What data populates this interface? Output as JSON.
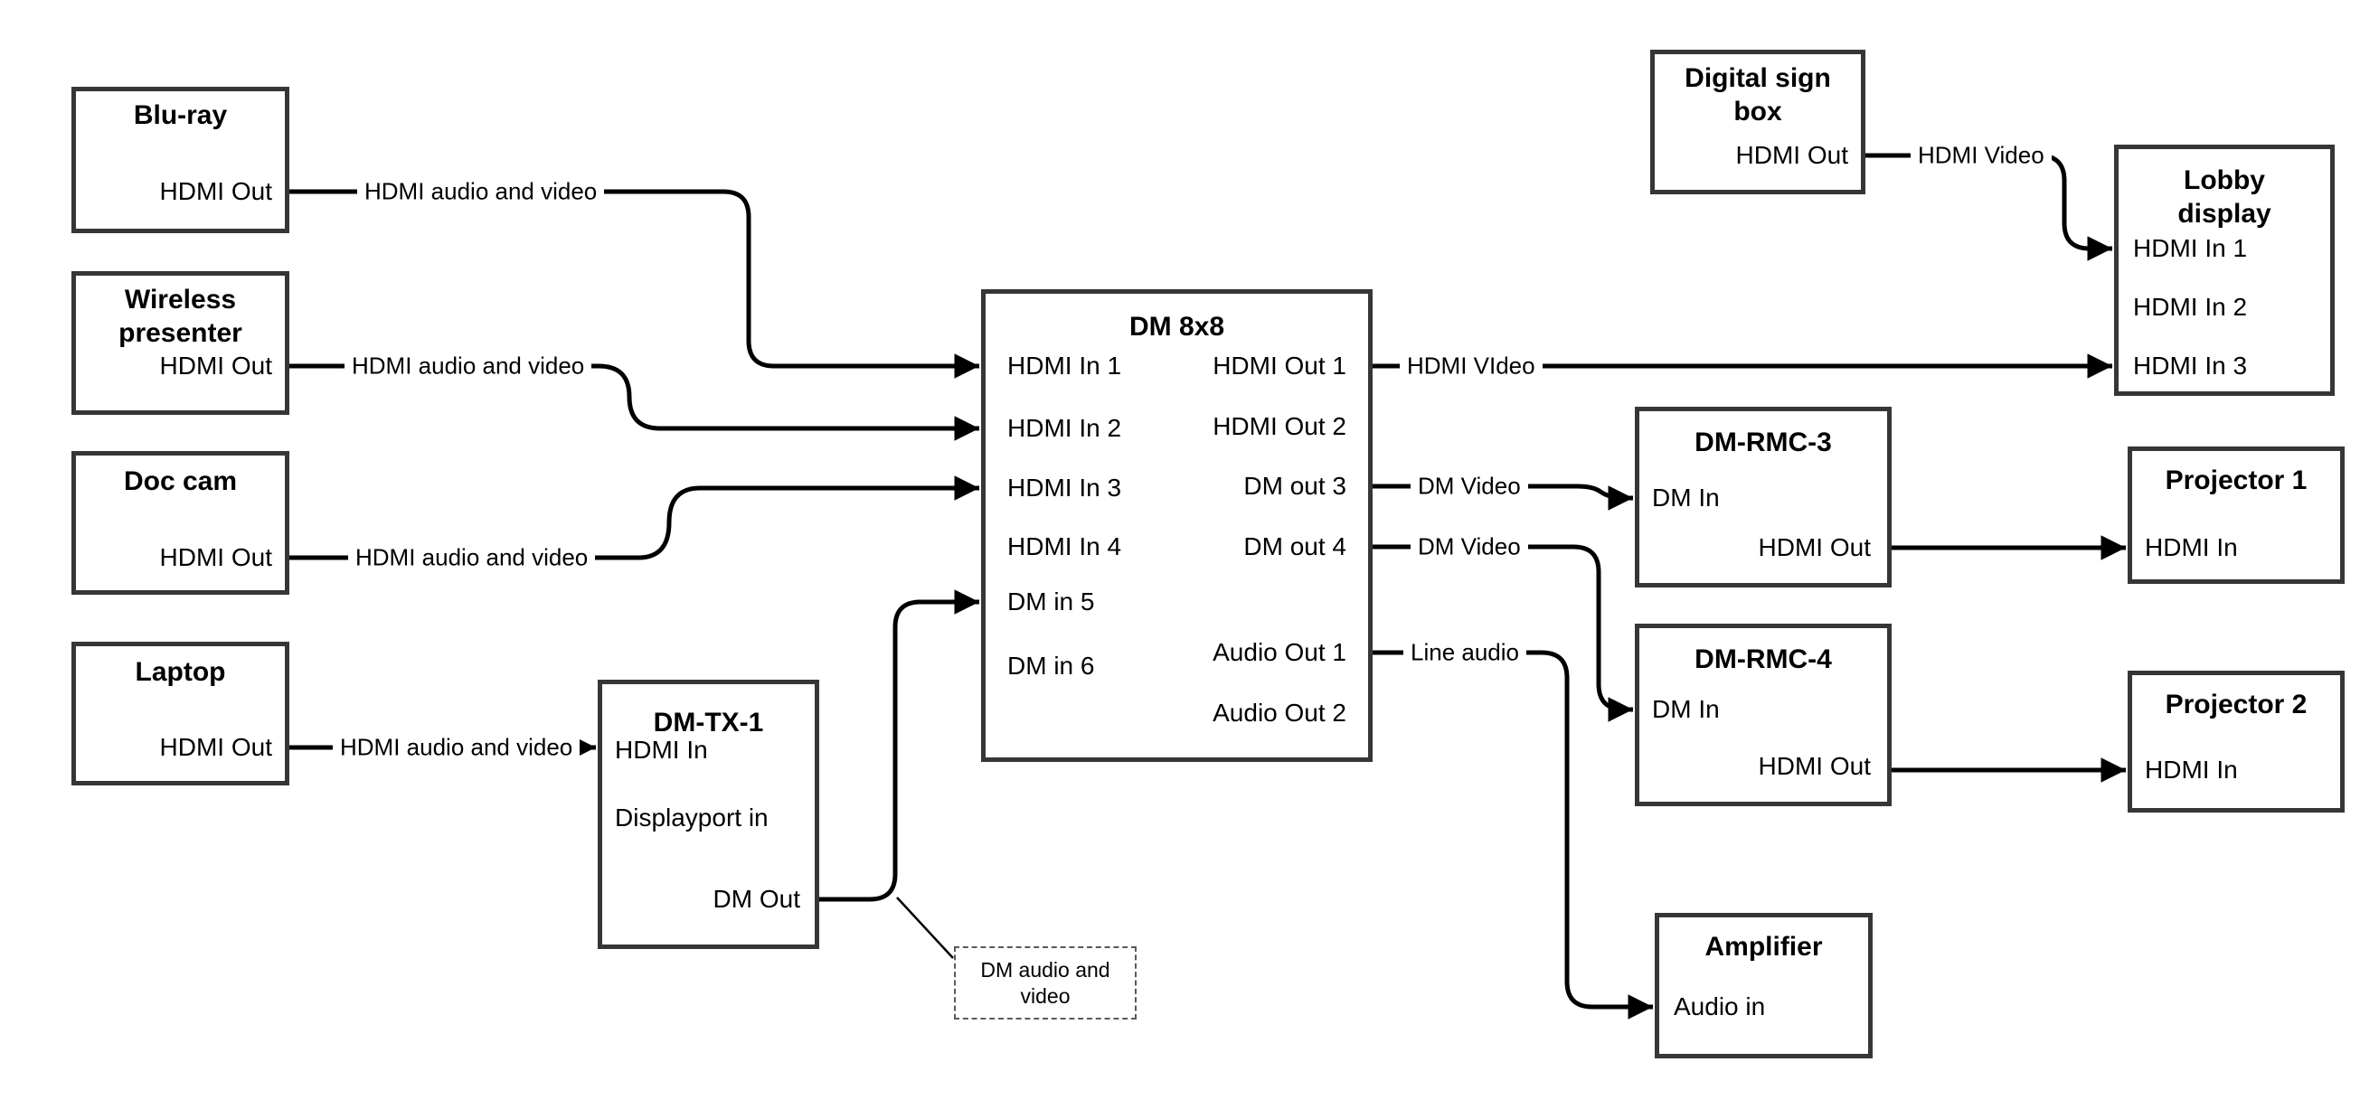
{
  "colors": {
    "line": "#000000",
    "box_border": "#363636",
    "background": "#ffffff"
  },
  "nodes": {
    "bluray": {
      "title": "Blu-ray",
      "ports": [
        "HDMI Out"
      ]
    },
    "wireless": {
      "title": "Wireless\npresenter",
      "ports": [
        "HDMI Out"
      ]
    },
    "doccam": {
      "title": "Doc cam",
      "ports": [
        "HDMI Out"
      ]
    },
    "laptop": {
      "title": "Laptop",
      "ports": [
        "HDMI Out"
      ]
    },
    "dmtx1": {
      "title": "DM-TX-1",
      "ports": [
        "HDMI In",
        "Displayport in",
        "DM Out"
      ]
    },
    "dm8x8": {
      "title": "DM 8x8",
      "inputs": [
        "HDMI In 1",
        "HDMI In 2",
        "HDMI In 3",
        "HDMI In 4",
        "DM in 5",
        "DM in 6"
      ],
      "outputs": [
        "HDMI Out 1",
        "HDMI Out 2",
        "DM out 3",
        "DM out 4",
        "Audio Out 1",
        "Audio Out 2"
      ]
    },
    "digitalsign": {
      "title": "Digital sign\nbox",
      "ports": [
        "HDMI Out"
      ]
    },
    "lobby": {
      "title": "Lobby\ndisplay",
      "ports": [
        "HDMI In 1",
        "HDMI In 2",
        "HDMI In 3"
      ]
    },
    "rmc3": {
      "title": "DM-RMC-3",
      "ports": [
        "DM In",
        "HDMI Out"
      ]
    },
    "proj1": {
      "title": "Projector 1",
      "ports": [
        "HDMI In"
      ]
    },
    "rmc4": {
      "title": "DM-RMC-4",
      "ports": [
        "DM In",
        "HDMI Out"
      ]
    },
    "proj2": {
      "title": "Projector 2",
      "ports": [
        "HDMI In"
      ]
    },
    "amp": {
      "title": "Amplifier",
      "ports": [
        "Audio in"
      ]
    }
  },
  "edges": {
    "bluray_to_dm8x8": {
      "label": "HDMI audio and video"
    },
    "wireless_to_dm8x8": {
      "label": "HDMI audio and video"
    },
    "doccam_to_dm8x8": {
      "label": "HDMI audio and video"
    },
    "laptop_to_dmtx1": {
      "label": "HDMI audio and video"
    },
    "hdmiout1_to_lobby": {
      "label": "HDMI VIdeo"
    },
    "dmout3_to_rmc3": {
      "label": "DM Video"
    },
    "dmout4_to_rmc4": {
      "label": "DM Video"
    },
    "audioout1_to_amp": {
      "label": "Line audio"
    },
    "digitalsign_to_lobby": {
      "label": "HDMI Video"
    }
  },
  "note": {
    "text": "DM audio and\nvideo"
  }
}
